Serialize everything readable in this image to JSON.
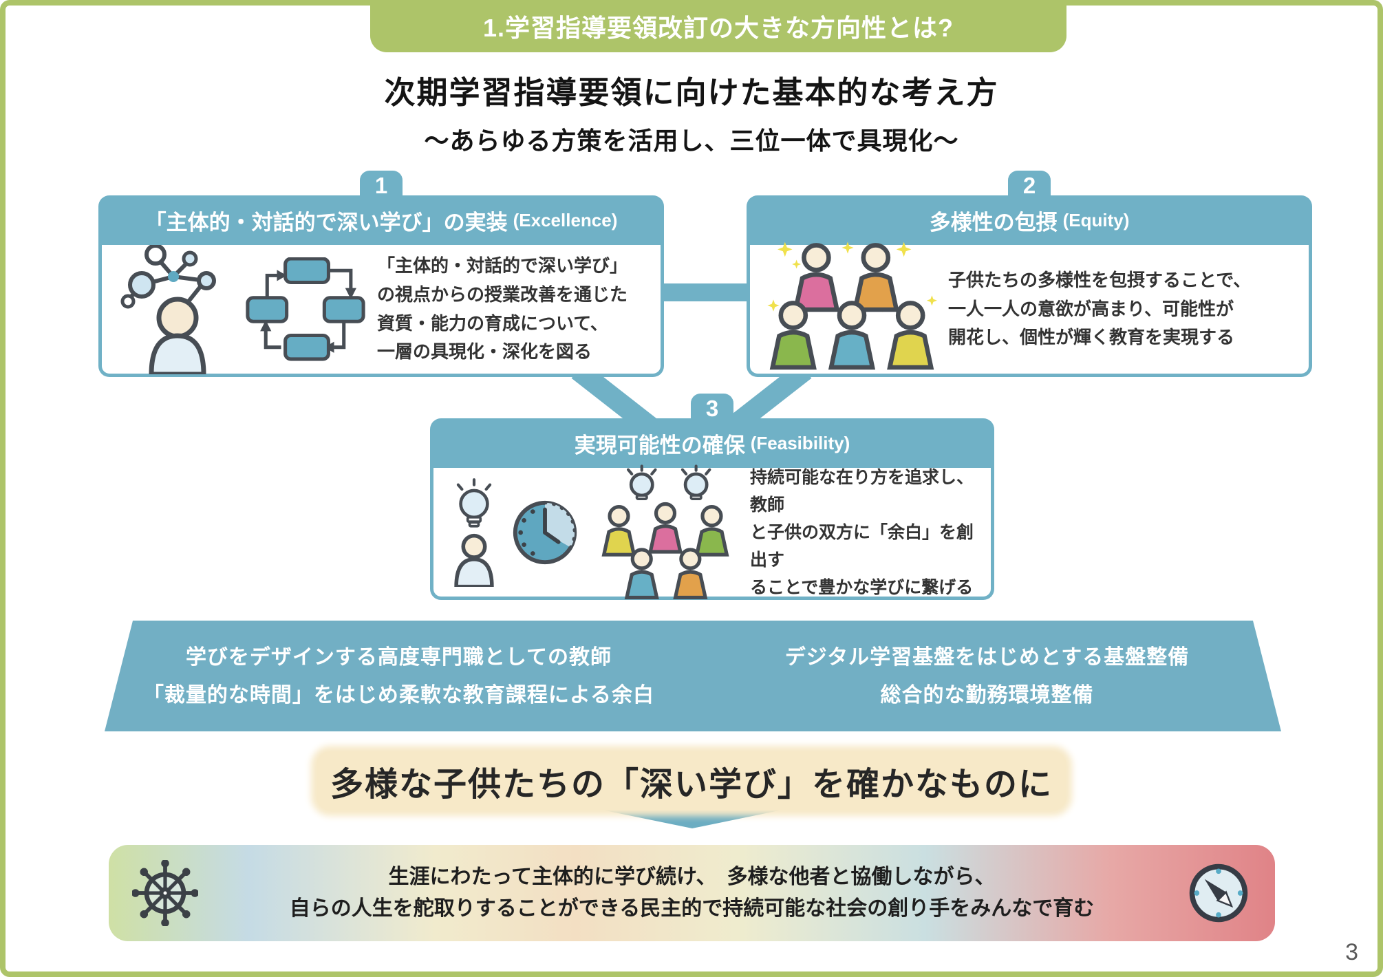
{
  "page": {
    "number": "3"
  },
  "header": {
    "banner": "1.学習指導要領改訂の大きな方向性とは?",
    "title": "次期学習指導要領に向けた基本的な考え方",
    "subtitle": "〜あらゆる方策を活用し、三位一体で具現化〜"
  },
  "boxes": [
    {
      "number": "1",
      "title": "「主体的・対話的で深い学び」の実装",
      "en": "(Excellence)",
      "body": "「主体的・対話的で深い学び」\nの視点からの授業改善を通じた\n資質・能力の育成について、\n一層の具現化・深化を図る"
    },
    {
      "number": "2",
      "title": "多様性の包摂",
      "en": "(Equity)",
      "body": "子供たちの多様性を包摂することで、\n一人一人の意欲が高まり、可能性が\n開花し、個性が輝く教育を実現する"
    },
    {
      "number": "3",
      "title": "実現可能性の確保",
      "en": "(Feasibility)",
      "body": "持続可能な在り方を追求し、教師\nと子供の双方に「余白」を創出す\nることで豊かな学びに繋げる"
    }
  ],
  "foundation": {
    "items": [
      "学びをデザインする高度専門職としての教師",
      "デジタル学習基盤をはじめとする基盤整備",
      "「裁量的な時間」をはじめ柔軟な教育課程による余白",
      "総合的な勤務環境整備"
    ]
  },
  "headline": "多様な子供たちの「深い学び」を確かなものに",
  "goal": {
    "line1": "生涯にわたって主体的に学び続け、　多様な他者と協働しながら、",
    "line2": "自らの人生を舵取りすることができる民主的で持続可能な社会の創り手をみんなで育む"
  },
  "icons": {
    "box1": [
      "network-person-icon",
      "cycle-diagram-icon"
    ],
    "box2": [
      "diverse-children-icon"
    ],
    "box3": [
      "idea-person-icon",
      "clock-icon",
      "group-ideas-icon"
    ],
    "goal_left": "ship-wheel-icon",
    "goal_right": "compass-icon"
  },
  "colors": {
    "teal": "#70b1c6",
    "green": "#adc469",
    "highlight": "#f7e9c8",
    "gradient": [
      "#cfe0a5",
      "#c5dbe5",
      "#f1ebcd",
      "#f3dfc3",
      "#efecce",
      "#cadfe1",
      "#e7a8a6",
      "#e08387"
    ]
  }
}
